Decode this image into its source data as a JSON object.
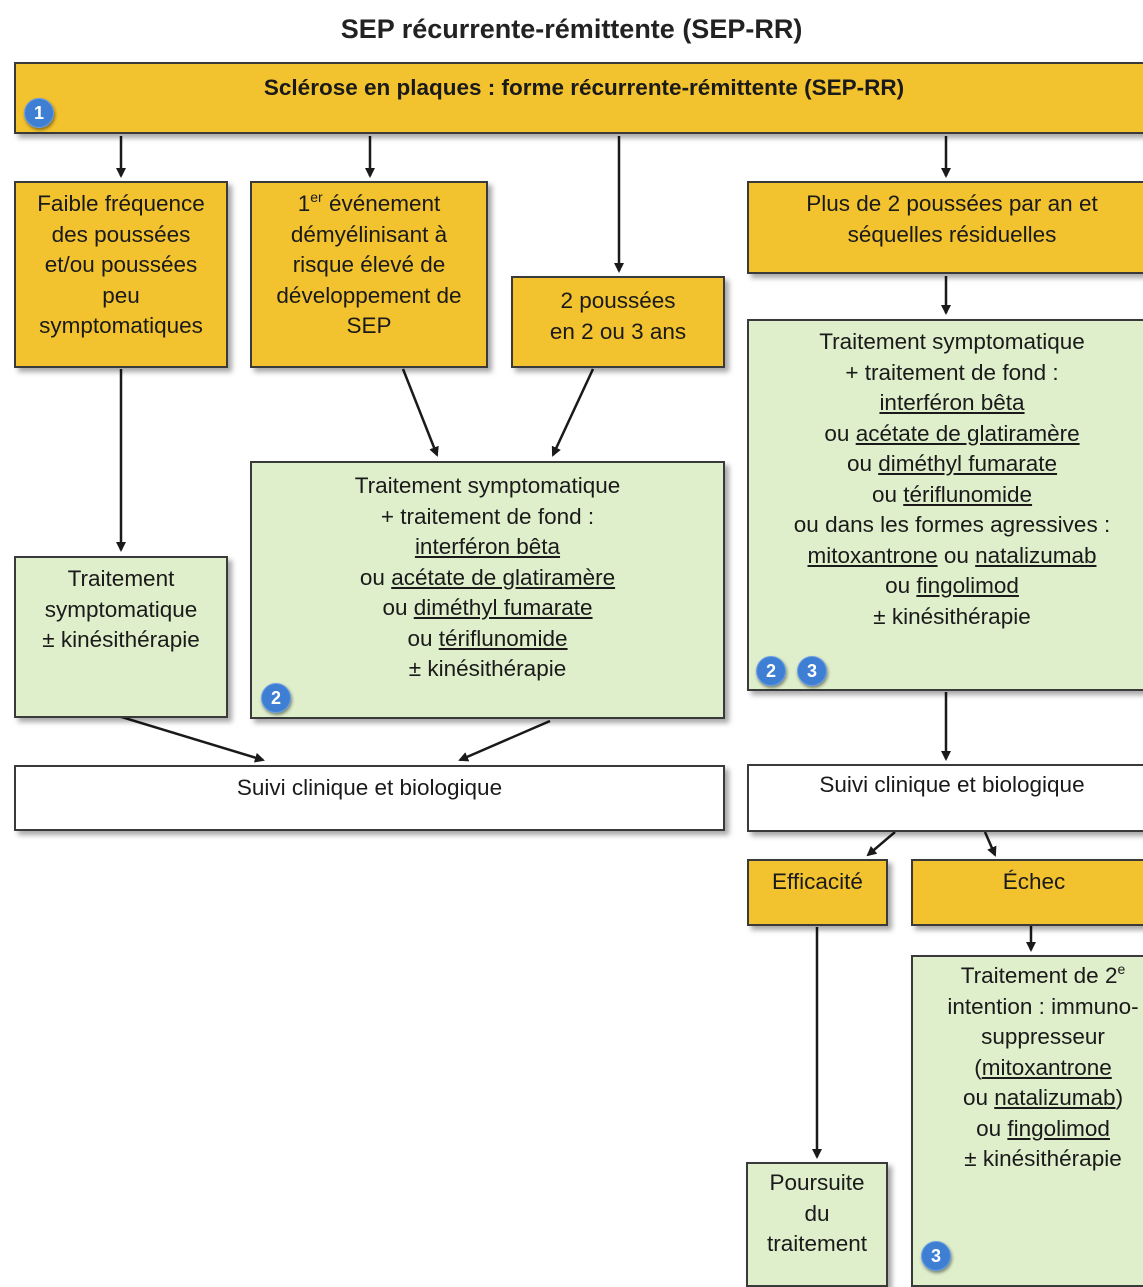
{
  "title": "SEP récurrente-rémittente (SEP-RR)",
  "top_box": {
    "label": "Sclérose en plaques : forme récurrente-rémittente (SEP-RR)",
    "badge": "1"
  },
  "low_frequency": {
    "lines": [
      "Faible fréquence",
      "des poussées",
      "et/ou poussées",
      "peu",
      "symptomatiques"
    ]
  },
  "first_event": {
    "line1_prefix": "1",
    "line1_sup": "er",
    "line1_suffix": " événement",
    "lines": [
      "démyélinisant à",
      "risque élevé de",
      "développement de",
      "SEP"
    ]
  },
  "two_relapses": {
    "lines": [
      "2 poussées",
      "en 2 ou 3 ans"
    ]
  },
  "many_relapses": {
    "lines": [
      "Plus de 2 poussées par an et",
      "séquelles résiduelles"
    ]
  },
  "treat_symptomatic": {
    "lines": [
      "Traitement",
      "symptomatique",
      "± kinésithérapie"
    ]
  },
  "treat_background": {
    "line1": "Traitement symptomatique",
    "line2": "+ traitement de fond :",
    "drug1": "interféron bêta",
    "or": "ou",
    "drug2": "acétate de glatiramère",
    "drug3": "diméthyl fumarate",
    "drug4": "tériflunomide",
    "last": "± kinésithérapie",
    "badge": "2"
  },
  "treat_aggressive": {
    "line1": "Traitement symptomatique",
    "line2": "+ traitement de fond :",
    "drug1": "interféron bêta",
    "or": "ou",
    "drug2": "acétate de glatiramère",
    "drug3": "diméthyl fumarate",
    "drug4": "tériflunomide",
    "aggressive_line": "ou dans les formes agressives :",
    "drug5": "mitoxantrone",
    "drug6": "natalizumab",
    "drug7": "fingolimod",
    "last": "± kinésithérapie",
    "badges": [
      "2",
      "3"
    ]
  },
  "followup_left": {
    "label": "Suivi clinique et biologique"
  },
  "followup_right": {
    "label": "Suivi clinique et biologique"
  },
  "efficacy": {
    "label": "Efficacité"
  },
  "failure": {
    "label": "Échec"
  },
  "continue_treatment": {
    "lines": [
      "Poursuite",
      "du",
      "traitement"
    ]
  },
  "second_line": {
    "line1_prefix": "Traitement de 2",
    "line1_sup": "e",
    "line2": "intention : immuno-",
    "line3": "suppresseur",
    "paren_open": "(",
    "drug1": "mitoxantrone",
    "or": "ou",
    "drug2": "natalizumab",
    "paren_close": ")",
    "drug3": "fingolimod",
    "last": "± kinésithérapie",
    "badge": "3"
  },
  "colors": {
    "yellow": "#f2c22f",
    "green": "#dfeecb",
    "badge_blue": "#3f7fd3",
    "border": "#3a3a3a"
  }
}
